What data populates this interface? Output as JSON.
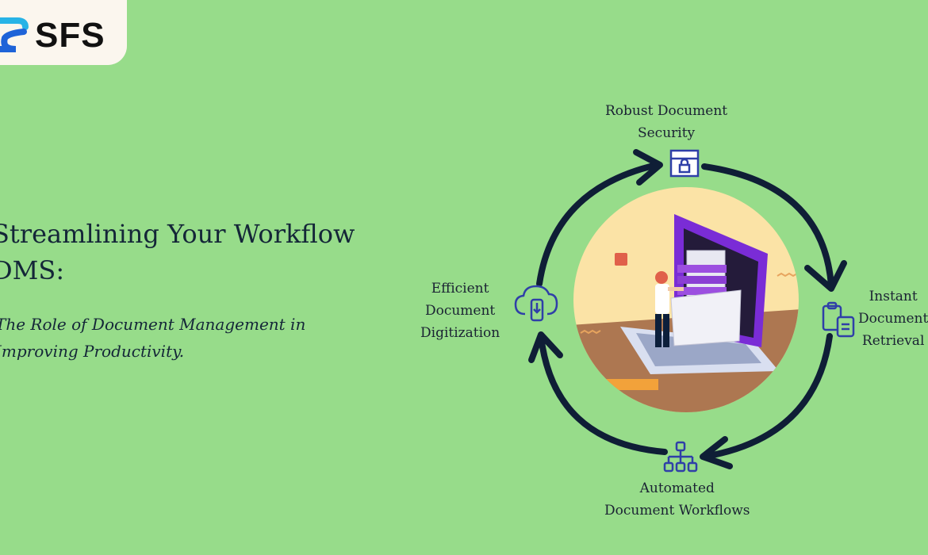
{
  "brand": {
    "name": "SFS"
  },
  "headline": {
    "line1": "Streamlining Your Workflow",
    "line2": "DMS:"
  },
  "subheadline": {
    "line1": "The Role of Document Management in",
    "line2": "Improving Productivity."
  },
  "cycle": {
    "steps": [
      {
        "icon": "lock-document-icon",
        "line1": "Robust Document",
        "line2": "Security"
      },
      {
        "icon": "clipboard-document-icon",
        "line1": "Instant",
        "line2": "Document",
        "line3": "Retrieval"
      },
      {
        "icon": "workflow-hierarchy-icon",
        "line1": "Automated",
        "line2": "Document Workflows"
      },
      {
        "icon": "cloud-phone-icon",
        "line1": "Efficient",
        "line2": "Document",
        "line3": "Digitization"
      }
    ]
  },
  "colors": {
    "background": "#97dc8a",
    "text": "#142638",
    "arrow": "#0f1e36",
    "icon": "#2f3fa8",
    "accent_purple": "#7a2cd6",
    "logo_blue": "#1e63d8",
    "logo_cyan": "#27b3e6"
  }
}
